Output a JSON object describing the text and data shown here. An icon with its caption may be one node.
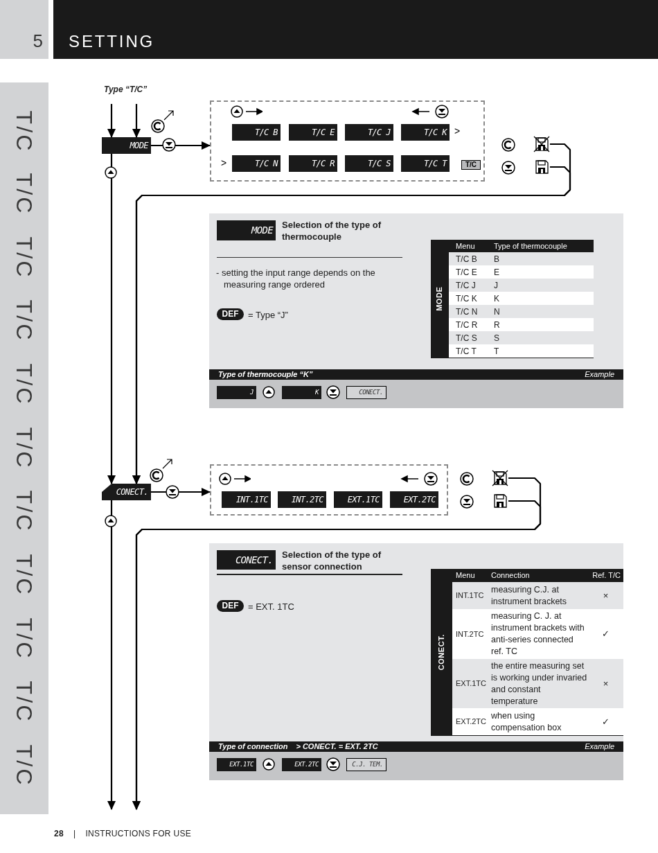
{
  "diagram": {
    "title": "SETTING",
    "nodes": [
      {
        "text": [
          "MODE"
        ]
      },
      {
        "text": [],
        "shape": "box"
      },
      {
        "text": [
          "T/C B"
        ],
        "in": 1
      },
      {
        "text": [
          "T/C E"
        ],
        "in": 1
      },
      {
        "text": [
          "T/C J"
        ],
        "in": 1
      },
      {
        "text": [
          "T/C K"
        ],
        "in": 1
      },
      {
        "text": [
          "T/C N"
        ],
        "in": 1
      },
      {
        "text": [
          "T/C R"
        ],
        "in": 1
      },
      {
        "text": [
          "T/C S"
        ],
        "in": 1
      },
      {
        "text": [
          "T/C T"
        ],
        "in": 1
      },
      {
        "text": [
          "CONECT."
        ]
      },
      {
        "text": [],
        "shape": "box"
      },
      {
        "text": [
          "INT.1TC"
        ],
        "in": 11
      },
      {
        "text": [
          "INT.2TC"
        ],
        "in": 11
      },
      {
        "text": [
          "EXT.1TC"
        ],
        "in": 11
      },
      {
        "text": [
          "EXT.2TC"
        ],
        "in": 11
      },
      {
        "text": [],
        "shape": "disk"
      },
      {
        "text": [],
        "shape": "disk"
      },
      {
        "text": [],
        "shape": "disk"
      },
      {
        "text": [],
        "shape": "disk"
      }
    ],
    "edges": [
      {
        "from": null,
        "to": 0,
        "arrow": "to"
      },
      {
        "from": null,
        "to": 0,
        "arrow": "to"
      },
      {
        "from": 0,
        "to": 1,
        "arrow": "to"
      },
      {
        "from": 0,
        "to": 10,
        "arrow": "to"
      },
      {
        "from": 16,
        "to": 10,
        "arrow": "to"
      },
      {
        "from": 17,
        "to": 10,
        "arrow": "to"
      },
      {
        "from": 10,
        "to": 11,
        "arrow": "to"
      },
      {
        "from": 10,
        "to": null,
        "arrow": "to"
      },
      {
        "from": 18,
        "to": null,
        "arrow": "to"
      },
      {
        "from": 19,
        "to": null,
        "arrow": "to"
      }
    ],
    "labels": [
      "5",
      "Type “T/C”",
      "T/C",
      "T/C",
      "T/C",
      "T/C",
      "T/C",
      "T/C",
      "T/C",
      "T/C",
      "T/C",
      "T/C",
      "T/C",
      ">",
      ">",
      "T/C",
      "MODE",
      "Selection of the type of thermocouple",
      "- setting the input range depends on the measuring range ordered",
      "DEF",
      "= Type “J”",
      "MODE",
      "Menu",
      "Type of thermocouple",
      "T/C B",
      "B",
      "T/C E",
      "E",
      "T/C J",
      "J",
      "T/C K",
      "K",
      "T/C N",
      "N",
      "T/C R",
      "R",
      "T/C S",
      "S",
      "T/C T",
      "T",
      "Type of thermocouple “K”",
      "Example",
      "J",
      "K",
      "CONECT.",
      "CONECT.",
      "Selection of the type of sensor connection",
      "DEF",
      "= EXT. 1TC",
      "CONECT.",
      "Menu",
      "Connection",
      "Ref. T/C",
      "INT.1TC",
      "measuring C.J. at instrument brackets",
      "×",
      "INT.2TC",
      "measuring C. J. at instrument brackets with anti-series connected ref. TC",
      "✓",
      "EXT.1TC",
      "the entire measuring set is working under invaried and constant temperature",
      "×",
      "EXT.2TC",
      "when using compensation box",
      "✓",
      "Type of connection",
      "> CONECT. = EXT. 2TC",
      "Example",
      "EXT.1TC",
      "EXT.2TC",
      "C.J. TEM.",
      "28",
      "|",
      "INSTRUCTIONS FOR USE"
    ]
  }
}
